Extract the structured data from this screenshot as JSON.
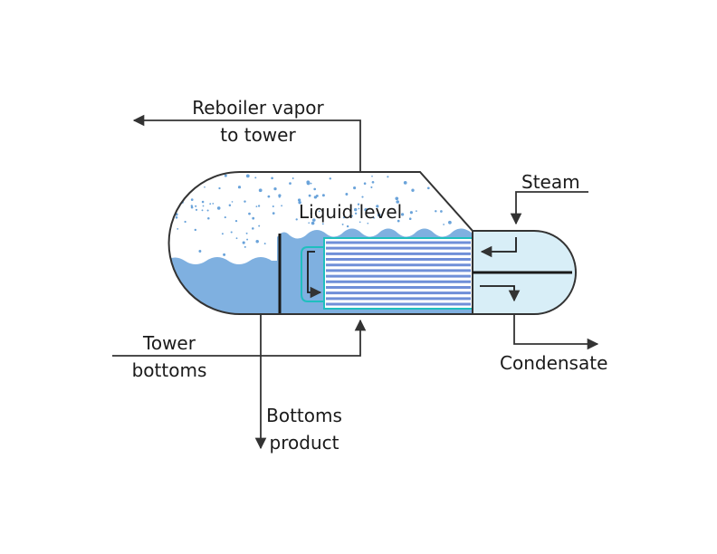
{
  "labels": {
    "reboiler_vapor_line1": "Reboiler vapor",
    "reboiler_vapor_line2": "to tower",
    "steam": "Steam",
    "liquid_level": "Liquid level",
    "tower_bottoms_line1": "Tower",
    "tower_bottoms_line2": "bottoms",
    "condensate": "Condensate",
    "bottoms_product_line1": "Bottoms",
    "bottoms_product_line2": "product"
  },
  "colors": {
    "liquid": "#7fb0e0",
    "vapor_dots": "#6aa3da",
    "tube_bundle": "#6f8fd8",
    "steam_head": "#d8eef7",
    "tube_sheet": "#1fbfbf",
    "line": "#333333"
  },
  "tube_count": 12
}
